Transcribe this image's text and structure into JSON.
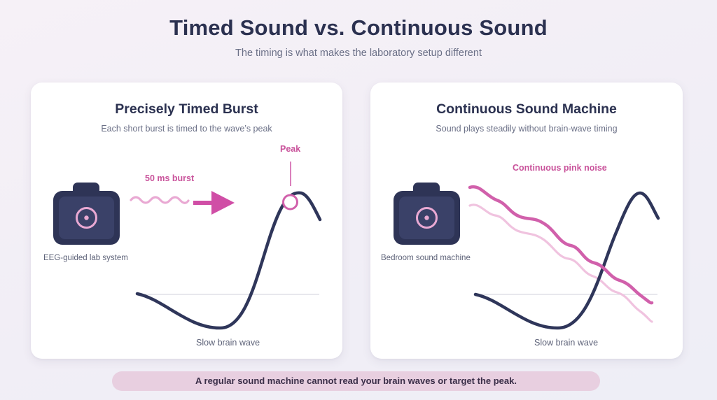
{
  "title": "Timed Sound vs. Continuous Sound",
  "subtitle": "The timing is what makes the laboratory setup different",
  "left_panel": {
    "title": "Precisely Timed Burst",
    "subtitle": "Each short burst is timed to the wave’s peak",
    "device_label": "EEG-guided lab system",
    "burst_label": "50 ms burst",
    "peak_label": "Peak",
    "wave_label": "Slow brain wave",
    "device_icon": "speaker-icon",
    "burst_icon": "arrow-right-icon"
  },
  "right_panel": {
    "title": "Continuous Sound Machine",
    "subtitle": "Sound plays steadily without brain-wave timing",
    "device_label": "Bedroom sound machine",
    "noise_label": "Continuous pink noise",
    "wave_label": "Slow brain wave",
    "device_icon": "speaker-icon"
  },
  "footer_note": "A regular sound machine cannot read your brain waves or target the peak.",
  "colors": {
    "navy": "#2f365a",
    "device_body": "#2e3456",
    "device_face": "#3a4168",
    "pink": "#d160ab",
    "pink_light": "#e9a9d3",
    "arrow_pink": "#d04ea6",
    "banner": "#e8cfe0"
  }
}
